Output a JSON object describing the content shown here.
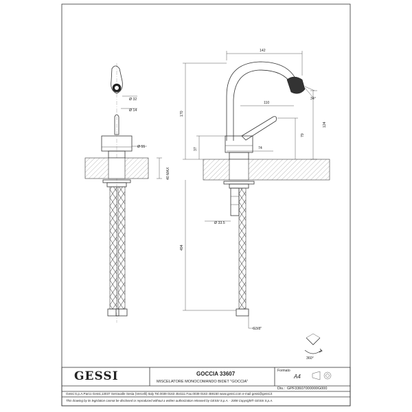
{
  "title_block": {
    "logo_text": "GESSI",
    "product_title": "GOCCIA 33607",
    "product_description": "MISCELATORE MONOCOMANDO BIDET \"GOCCIA\"",
    "format_label": "Formato",
    "format_value": "A4",
    "drawing_label": "Dis.:",
    "drawing_number": "GPF33607000000G000",
    "company_info": "Gessi S.p.A.Parco Gessi,13037 Serravalle Sesia (Vercelli) Italy Tel.0039 0163 454111 Fax.0039 0163 459150 www.gessi.com e-mail gessi@gessi.it",
    "copyright": "This drawing by its legislation cannot be disclosed or reproduced without a written authorization released by GESSI S.p.A. - 2008 Copyright® GESSI S.p.A."
  },
  "dimensions": {
    "spout_reach": "142",
    "spray_angle": "34°",
    "handle_reach": "110",
    "outlet_height": "124",
    "overall_height": "170",
    "handle_height": "79",
    "body_height": "37",
    "body_depth": "74",
    "deck_thickness": "40 MAX",
    "hose_length": "494",
    "shank_diameter": "Ø 33.5",
    "hose_thread": "G3/8\"",
    "aerator_diameter": "Ø 32",
    "spout_diameter": "Ø 14",
    "base_diameter": "Ø 55",
    "rotation": "360°"
  },
  "colors": {
    "line": "#333333",
    "hatch": "#777777",
    "hose": "#555555",
    "aerator": "#222222"
  }
}
